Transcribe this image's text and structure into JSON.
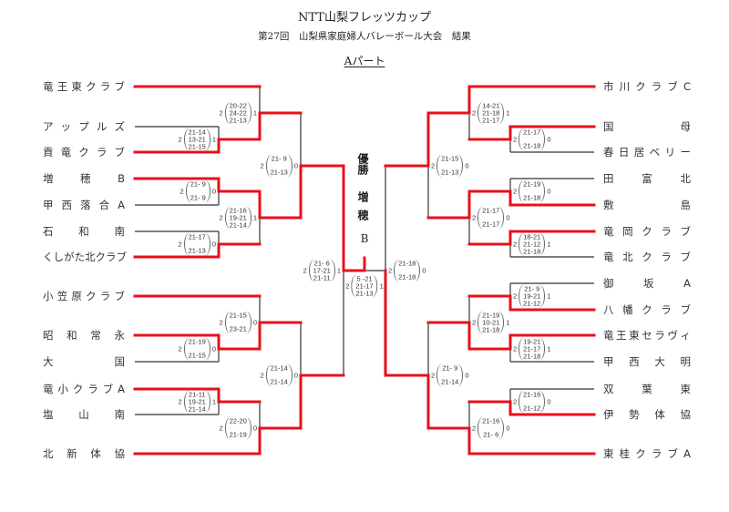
{
  "header": {
    "title": "NTT山梨フレッツカップ",
    "subtitle": "第27回　山梨県家庭婦人バレーボール大会　結果",
    "part": "Aパート"
  },
  "champion": {
    "label": "優勝",
    "team": "増穂",
    "suffix": "B"
  },
  "teams_left": [
    "竜王東クラブ",
    "アップルズ",
    "貢竜クラブ",
    "増穂B",
    "甲西落合A",
    "石和南",
    "くしがた北クラブ",
    "小笠原クラブ",
    "昭和常永",
    "大国",
    "竜小クラブA",
    "塩山南",
    "北新体協"
  ],
  "teams_right": [
    "市川クラブC",
    "国母",
    "春日居ベリー",
    "田富北",
    "敷島",
    "竜岡クラブ",
    "竜北クラブ",
    "御坂A",
    "八幡クラブ",
    "竜王東セラヴィ",
    "甲西大明",
    "双葉東",
    "伊勢体協",
    "東桂クラブA"
  ],
  "matches": {
    "L1": {
      "left_count": "2",
      "sets": [
        "21-14",
        "13-21",
        "21-15"
      ],
      "right_count": "1"
    },
    "L2": {
      "left_count": "2",
      "sets": [
        "21- 9",
        "21- 9"
      ],
      "right_count": "0"
    },
    "L3": {
      "left_count": "2",
      "sets": [
        "21-17",
        "21-13"
      ],
      "right_count": "0"
    },
    "L4": {
      "left_count": "2",
      "sets": [
        "21-19",
        "21-15"
      ],
      "right_count": "0"
    },
    "L5": {
      "left_count": "2",
      "sets": [
        "21-11",
        "19-21",
        "21-14"
      ],
      "right_count": "1"
    },
    "L6": {
      "left_count": "2",
      "sets": [
        "20-22",
        "24-22",
        "21-13"
      ],
      "right_count": "1"
    },
    "L7": {
      "left_count": "2",
      "sets": [
        "21-16",
        "19-21",
        "21-14"
      ],
      "right_count": "1"
    },
    "L8": {
      "left_count": "2",
      "sets": [
        "21-15",
        "23-21"
      ],
      "right_count": "0"
    },
    "L9": {
      "left_count": "2",
      "sets": [
        "22-20",
        "21-19"
      ],
      "right_count": "0"
    },
    "L10": {
      "left_count": "2",
      "sets": [
        "21- 9",
        "21-13"
      ],
      "right_count": "0"
    },
    "L11": {
      "left_count": "2",
      "sets": [
        "21-14",
        "21-14"
      ],
      "right_count": "0"
    },
    "L12": {
      "left_count": "2",
      "sets": [
        "21- 6",
        "17-21",
        "21-11"
      ],
      "right_count": "1"
    },
    "R1": {
      "left_count": "2",
      "sets": [
        "21-17",
        "21-18"
      ],
      "right_count": "0"
    },
    "R2": {
      "left_count": "2",
      "sets": [
        "21-19",
        "21-18"
      ],
      "right_count": "0"
    },
    "R3": {
      "left_count": "2",
      "sets": [
        "18-21",
        "21-12",
        "21-18"
      ],
      "right_count": "1"
    },
    "R4": {
      "left_count": "2",
      "sets": [
        "21- 9",
        "19-21",
        "21-12"
      ],
      "right_count": "1"
    },
    "R5": {
      "left_count": "2",
      "sets": [
        "19-21",
        "21-17",
        "21-18"
      ],
      "right_count": "1"
    },
    "R6": {
      "left_count": "2",
      "sets": [
        "21-16",
        "21-12"
      ],
      "right_count": "0"
    },
    "R7": {
      "left_count": "2",
      "sets": [
        "14-21",
        "21-18",
        "21-17"
      ],
      "right_count": "1"
    },
    "R8": {
      "left_count": "2",
      "sets": [
        "21-17",
        "21-17"
      ],
      "right_count": "0"
    },
    "R9": {
      "left_count": "2",
      "sets": [
        "21-19",
        "10-21",
        "21-18"
      ],
      "right_count": "1"
    },
    "R10": {
      "left_count": "2",
      "sets": [
        "21-16",
        "21- 6"
      ],
      "right_count": "0"
    },
    "R11": {
      "left_count": "2",
      "sets": [
        "21-15",
        "21-13"
      ],
      "right_count": "0"
    },
    "R12": {
      "left_count": "2",
      "sets": [
        "21- 9",
        "21-14"
      ],
      "right_count": "0"
    },
    "R13": {
      "left_count": "2",
      "sets": [
        "21-18",
        "21-18"
      ],
      "right_count": "0"
    },
    "F": {
      "left_count": "2",
      "sets": [
        "5 -21",
        "21-17",
        "21-13"
      ],
      "right_count": "1"
    }
  },
  "colors": {
    "winner_line": "#e8101a",
    "bracket_line": "#333333"
  }
}
